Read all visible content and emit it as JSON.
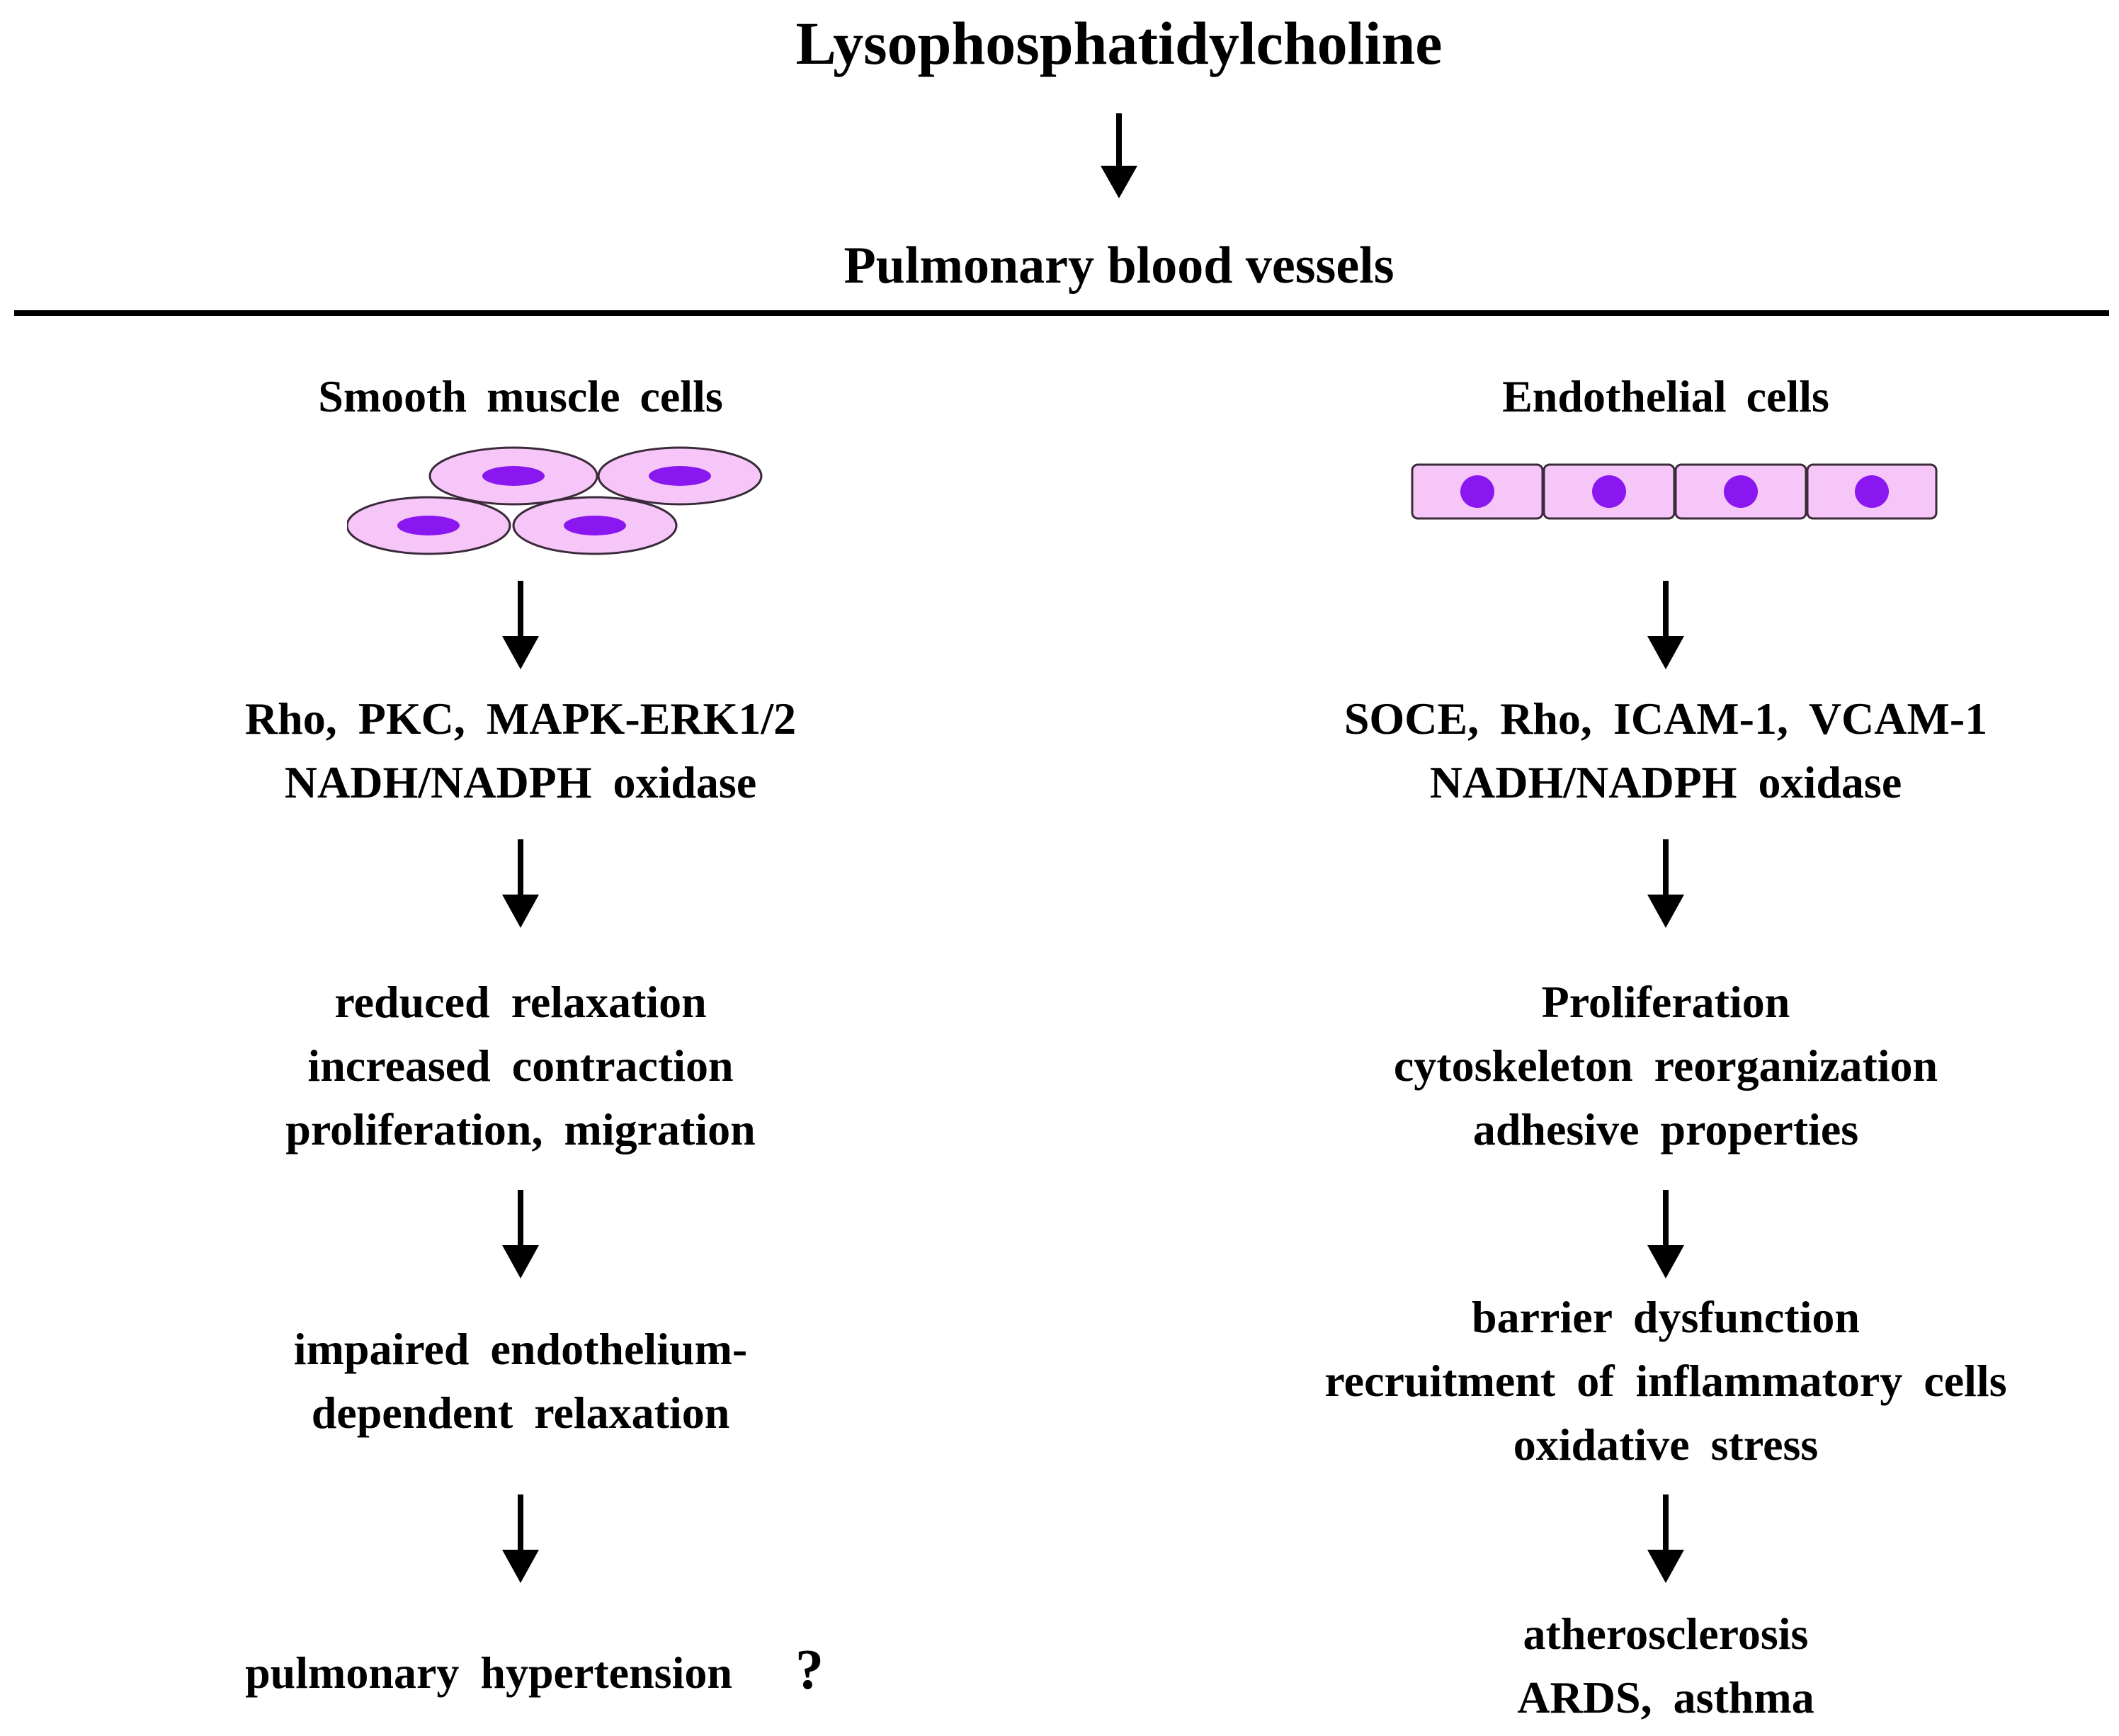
{
  "title": "Lysophosphatidylcholine",
  "subtitle": "Pulmonary blood vessels",
  "colors": {
    "cell_fill": "#f6c6f8",
    "cell_stroke": "#3a2a3a",
    "nucleus": "#8a16f0",
    "line": "#000000"
  },
  "left": {
    "heading": "Smooth muscle cells",
    "cell_icon": "smooth-muscle-cells-icon",
    "mediators": [
      "Rho, PKC, MAPK-ERK1/2",
      "NADH/NADPH oxidase"
    ],
    "effects": [
      "reduced relaxation",
      "increased contraction",
      "proliferation, migration"
    ],
    "consequence": [
      "impaired endothelium-",
      "dependent relaxation"
    ],
    "outcome": "pulmonary hypertension",
    "outcome_mark": "?"
  },
  "right": {
    "heading": "Endothelial cells",
    "cell_icon": "endothelial-cells-icon",
    "mediators": [
      "SOCE, Rho, ICAM-1, VCAM-1",
      "NADH/NADPH oxidase"
    ],
    "effects": [
      "Proliferation",
      "cytoskeleton reorganization",
      "adhesive properties"
    ],
    "consequence": [
      "barrier dysfunction",
      "recruitment of inflammatory cells",
      "oxidative stress"
    ],
    "outcome": [
      "atherosclerosis",
      "ARDS, asthma"
    ]
  }
}
